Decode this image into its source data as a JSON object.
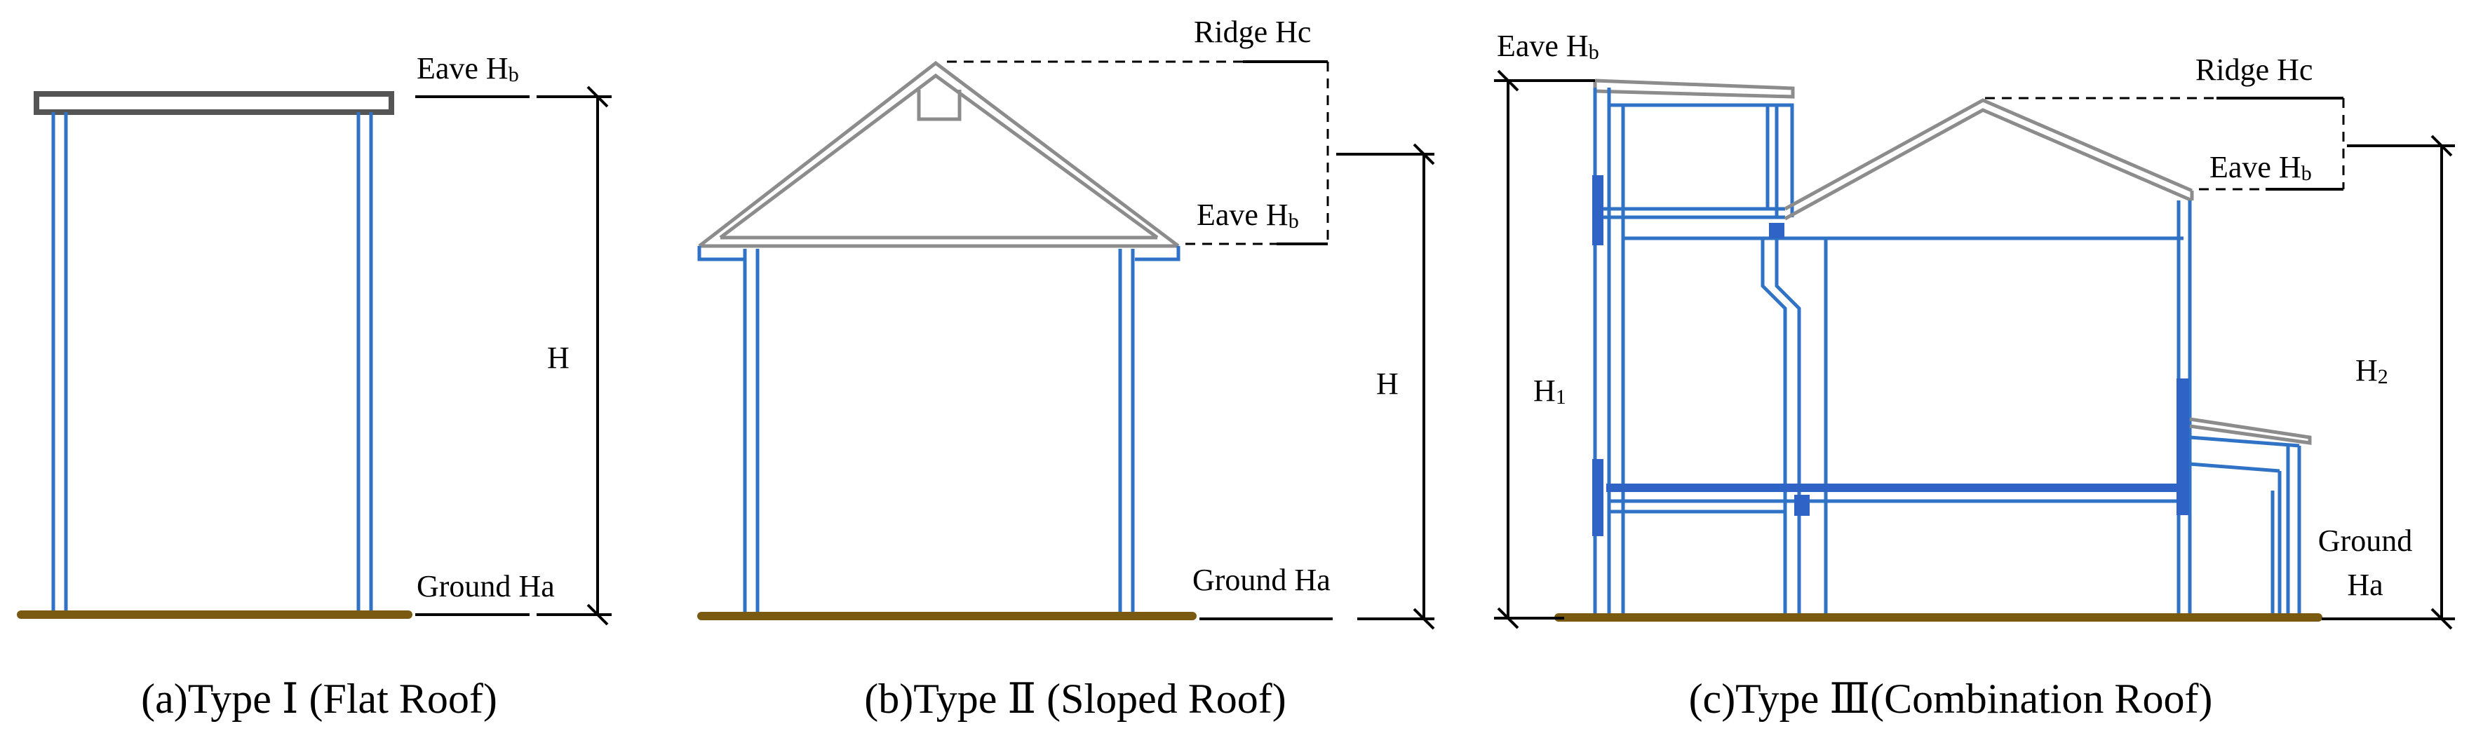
{
  "panels": {
    "a": {
      "caption": "(a)Type Ⅰ (Flat Roof)",
      "eave": {
        "main": "Eave H",
        "sub": "b"
      },
      "height": "H",
      "ground": "Ground Ha"
    },
    "b": {
      "caption": "(b)Type Ⅱ (Sloped Roof)",
      "ridge": "Ridge Hc",
      "eave": {
        "main": "Eave H",
        "sub": "b"
      },
      "height": "H",
      "ground": "Ground Ha"
    },
    "c": {
      "caption": "(c)Type Ⅲ(Combination Roof)",
      "eave_left": {
        "main": "Eave H",
        "sub": "b"
      },
      "ridge": "Ridge Hc",
      "eave_right": {
        "main": "Eave H",
        "sub": "b"
      },
      "height_left": {
        "main": "H",
        "sub": "1"
      },
      "height_right": {
        "main": "H",
        "sub": "2"
      },
      "ground_line1": "Ground",
      "ground_line2": "Ha"
    }
  },
  "colors": {
    "wall": "#2f72c6",
    "wall_solid": "#2f64c6",
    "roof": "#8c8c8c",
    "flat_roof": "#555555",
    "ground": "#7a5a10",
    "dimension": "#000000"
  }
}
